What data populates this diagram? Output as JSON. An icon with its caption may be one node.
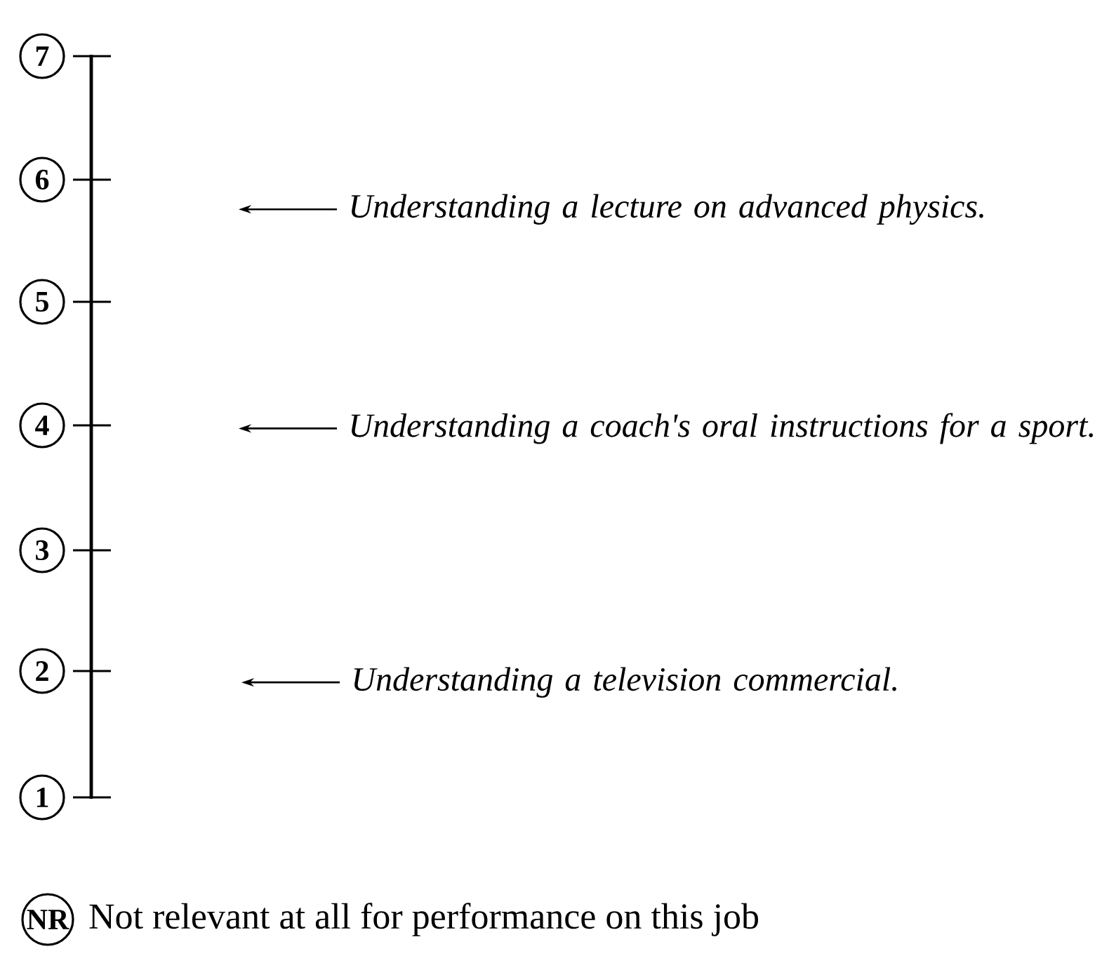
{
  "diagram": {
    "nodes": [
      {
        "text": [
          "7"
        ]
      },
      {
        "text": [
          "6"
        ]
      },
      {
        "text": [
          "5"
        ]
      },
      {
        "text": [
          "4"
        ]
      },
      {
        "text": [
          "3"
        ]
      },
      {
        "text": [
          "2"
        ]
      },
      {
        "text": [
          "1"
        ]
      },
      {
        "text": [
          "Understanding a lecture on advanced physics."
        ]
      },
      {
        "text": [
          "Understanding a coach's oral instructions for a sport."
        ]
      },
      {
        "text": [
          "Understanding a television commercial."
        ]
      },
      {
        "text": [
          "NR"
        ],
        "beside": [
          "Not relevant at all for performance on this job"
        ]
      }
    ],
    "edges": [
      {
        "from": 7,
        "to": null,
        "arrow": "to"
      },
      {
        "from": 8,
        "to": null,
        "arrow": "to"
      },
      {
        "from": 9,
        "to": null,
        "arrow": "to"
      }
    ]
  }
}
